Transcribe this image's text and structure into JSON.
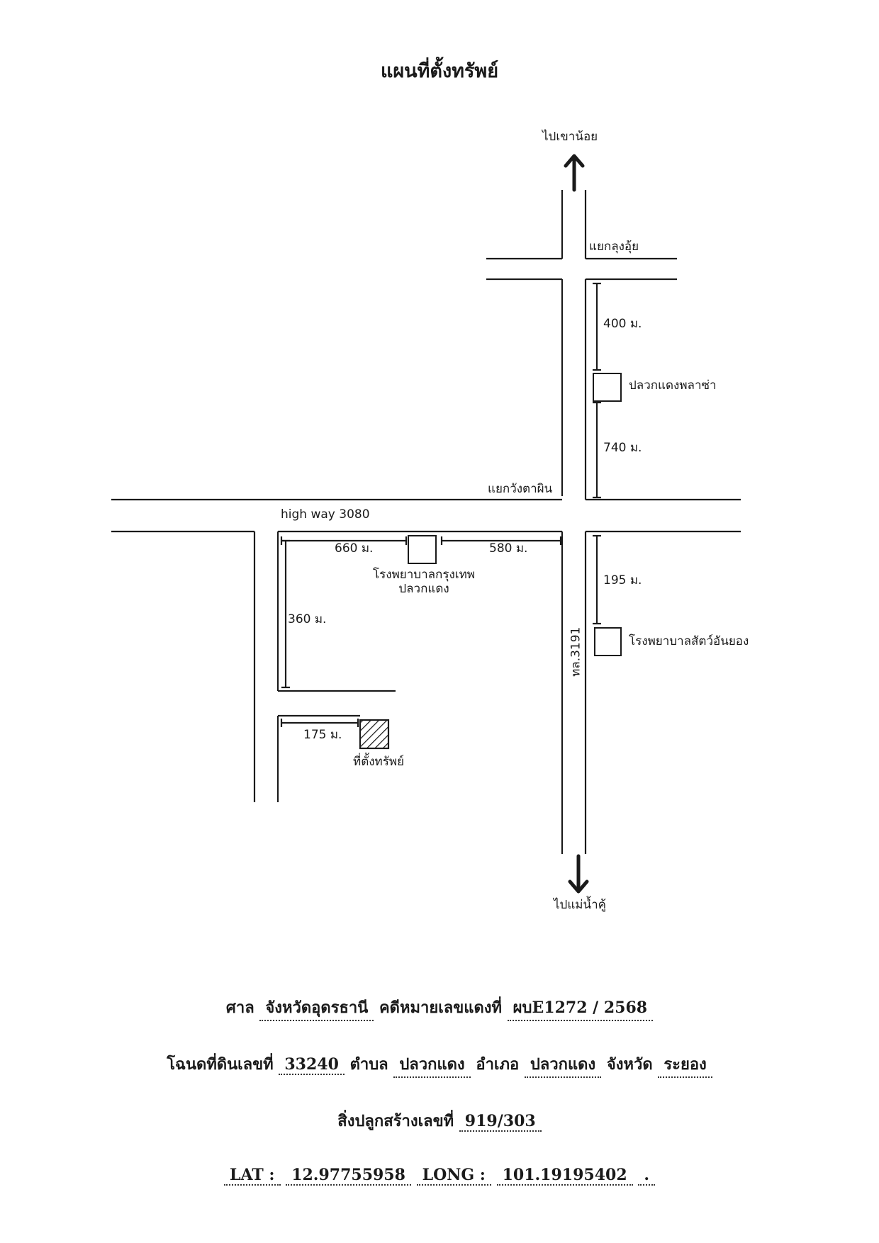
{
  "title": "แผนที่ตั้งทรัพย์",
  "map": {
    "labels": {
      "to_north": "ไปเขาน้อย",
      "to_south": "ไปแม่น้ำคู้",
      "junction_north": "แยกลุงอุ้ย",
      "junction_main": "แยกวังตาผิน",
      "highway": "high  way 3080",
      "road_3191": "ทล.3191",
      "dist_400": "400 ม.",
      "dist_740": "740 ม.",
      "dist_660": "660 ม.",
      "dist_580": "580 ม.",
      "dist_195": "195 ม.",
      "dist_360": "360 ม.",
      "dist_175": "175 ม.",
      "plaza": "ปลวกแดงพลาซ่า",
      "hospital_line1": "โรงพยาบาลกรุงเทพ",
      "hospital_line2": "ปลวกแดง",
      "vet": "โรงพยาบาลสัตว์อันยอง",
      "property": "ที่ตั้งทรัพย์"
    },
    "colors": {
      "line": "#1a1a1a",
      "hatch": "#1a1a1a"
    }
  },
  "footer": {
    "court_label": "ศาล",
    "court_value": "จังหวัดอุดรธานี",
    "case_label": "คดีหมายเลขแดงที่",
    "case_value": "ผบE1272   / 2568",
    "deed_label": "โฉนดที่ดินเลขที่",
    "deed_value": "33240",
    "subdistrict_label": "ตำบล",
    "subdistrict_value": "ปลวกแดง",
    "district_label": "อำเภอ",
    "district_value": "ปลวกแดง",
    "province_label": "จังหวัด",
    "province_value": "ระยอง",
    "building_label": "สิ่งปลูกสร้างเลขที่",
    "building_value": "919/303",
    "lat_label": "LAT :",
    "lat_value": "12.97755958",
    "long_label": "LONG :",
    "long_value": "101.19195402",
    "end_mark": "."
  }
}
